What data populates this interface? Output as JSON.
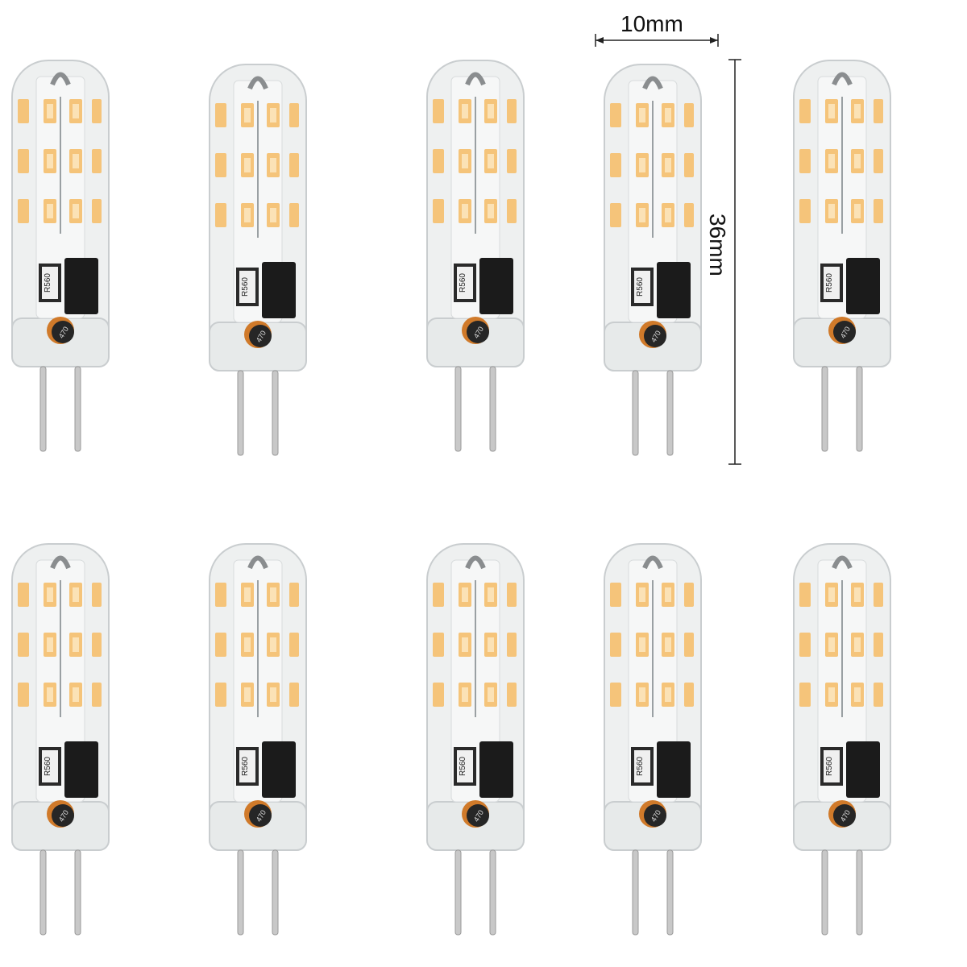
{
  "dimensions": {
    "width_label": "10mm",
    "height_label": "36mm"
  },
  "bulb": {
    "resistor_marking": "R560",
    "inductor_marking": "470",
    "count": 10,
    "led_color": "#f5c47a",
    "led_core_color": "#fbe2b6",
    "shell_color": "#eef0f0",
    "pin_color": "#c8c8c8"
  }
}
